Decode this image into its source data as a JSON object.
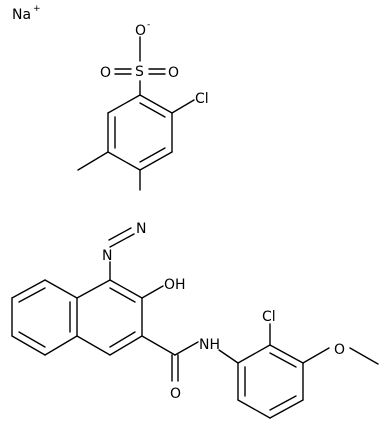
{
  "molecule": {
    "labels": {
      "sodium": "Na",
      "sodium_charge": "+",
      "sulfonate_o_minus": "O",
      "sulfonate_o_minus_charge": "-",
      "sulfonate_o_left": "O",
      "sulfonate_s": "S",
      "sulfonate_o_right": "O",
      "chloro_top": "Cl",
      "azo_n_upper": "N",
      "azo_n_lower": "N",
      "hydroxyl": "OH",
      "amide_nh": "NH",
      "amide_o": "O",
      "chloro_aryl": "Cl",
      "methoxy_o": "O"
    }
  }
}
